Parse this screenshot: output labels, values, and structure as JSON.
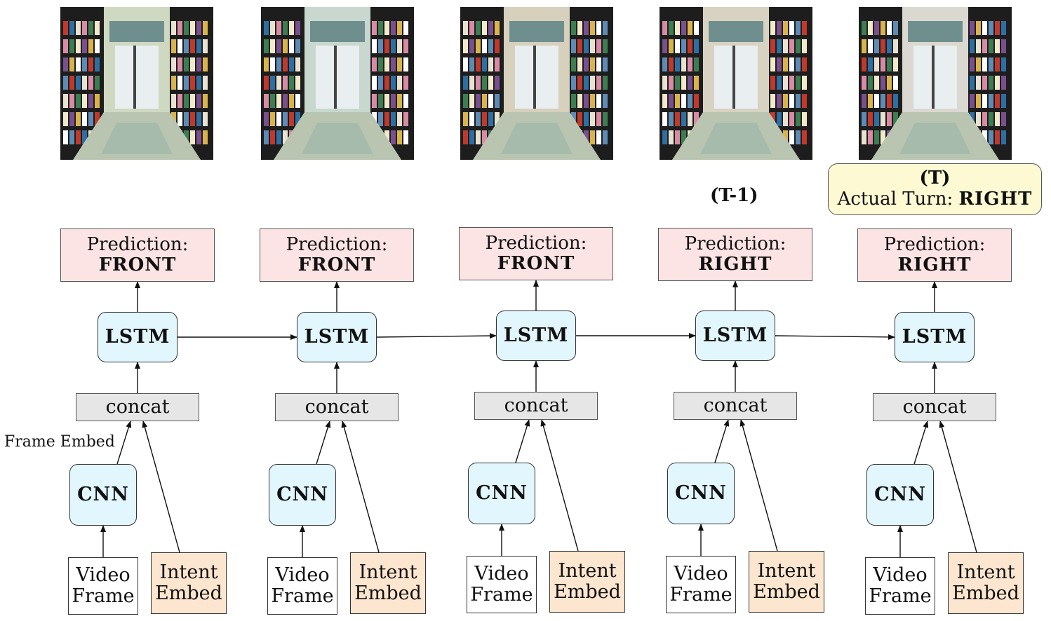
{
  "steps": [
    {
      "photo_tone": "#cfd9c2",
      "prediction_label": "Prediction:",
      "prediction": "FRONT",
      "lstm": "LSTM",
      "concat": "concat",
      "cnn": "CNN",
      "video": [
        "Video",
        "Frame"
      ],
      "intent": [
        "Intent",
        "Embed"
      ]
    },
    {
      "photo_tone": "#c9d8cf",
      "prediction_label": "Prediction:",
      "prediction": "FRONT",
      "lstm": "LSTM",
      "concat": "concat",
      "cnn": "CNN",
      "video": [
        "Video",
        "Frame"
      ],
      "intent": [
        "Intent",
        "Embed"
      ]
    },
    {
      "photo_tone": "#d6d0bd",
      "prediction_label": "Prediction:",
      "prediction": "FRONT",
      "lstm": "LSTM",
      "concat": "concat",
      "cnn": "CNN",
      "video": [
        "Video",
        "Frame"
      ],
      "intent": [
        "Intent",
        "Embed"
      ]
    },
    {
      "photo_tone": "#d8d2c2",
      "prediction_label": "Prediction:",
      "prediction": "RIGHT",
      "lstm": "LSTM",
      "concat": "concat",
      "cnn": "CNN",
      "video": [
        "Video",
        "Frame"
      ],
      "intent": [
        "Intent",
        "Embed"
      ]
    },
    {
      "photo_tone": "#dad8d0",
      "prediction_label": "Prediction:",
      "prediction": "RIGHT",
      "lstm": "LSTM",
      "concat": "concat",
      "cnn": "CNN",
      "video": [
        "Video",
        "Frame"
      ],
      "intent": [
        "Intent",
        "Embed"
      ]
    }
  ],
  "frame_embed_label": "Frame Embed",
  "t_minus_1_label": "(T-1)",
  "actual": {
    "step_label": "(T)",
    "text": "Actual Turn:",
    "value": "RIGHT"
  },
  "colors": {
    "prediction_bg": "#fde4e4",
    "module_bg": "#e2f6fd",
    "concat_bg": "#e6e6e6",
    "intent_bg": "#fde6cf",
    "actual_bg": "#fdf9d3"
  }
}
